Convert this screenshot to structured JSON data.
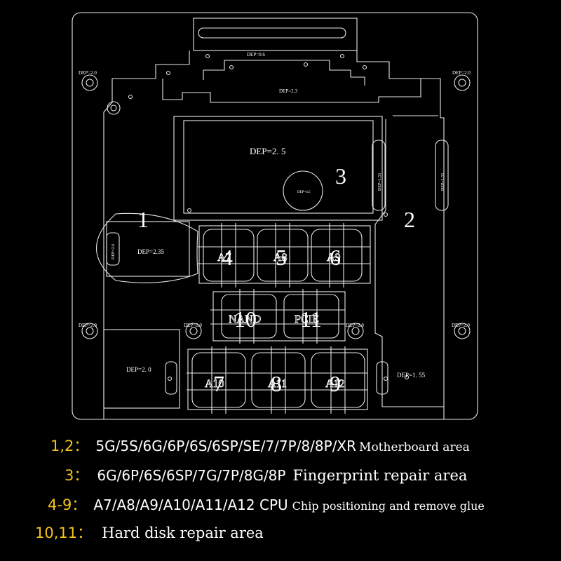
{
  "diagram": {
    "area_numbers": [
      "1",
      "2",
      "3",
      "4",
      "5",
      "6",
      "7",
      "8",
      "9",
      "10",
      "11"
    ],
    "depth_labels": {
      "top_strip": "DEP=0.6",
      "upper_band": "DEP=2.3",
      "corner_tl": "DEP=2.0",
      "corner_tr": "DEP=2.0",
      "center_board": "DEP=2. 5",
      "small_circle": "DEP=4.5",
      "slot_mid": "DEP=1.55",
      "slot_right": "DEP=1.55",
      "area1": "DEP=2.35",
      "area1_side": "DEP=2.6",
      "left_mid": "DEP=2.0",
      "center_left_mid": "DEP=2.0",
      "center_right_mid": "DEP=2.0",
      "right_mid": "DEP=2.0",
      "bottom_left": "DEP=2. 0",
      "bottom_right": "DEP=1. 55"
    },
    "chip_labels": [
      "A7",
      "A8",
      "A9",
      "NAND",
      "PCIE",
      "A10",
      "A11",
      "A12"
    ]
  },
  "legend": [
    {
      "key": "1,2：",
      "models": "5G/5S/6G/6P/6S/6SP/SE/7/7P/8/8P/XR",
      "desc": "Motherboard area"
    },
    {
      "key": "3：",
      "models": "6G/6P/6S/6SP/7G/7P/8G/8P",
      "desc": "Fingerprint repair area"
    },
    {
      "key": "4-9：",
      "models": "A7/A8/A9/A10/A11/A12 CPU",
      "desc": "Chip positioning and remove glue"
    },
    {
      "key": "10,11：",
      "models": "",
      "desc": "Hard disk repair area"
    }
  ],
  "colors": {
    "background": "#000000",
    "line": "#ffffff",
    "legend_key": "#f2c21b"
  }
}
